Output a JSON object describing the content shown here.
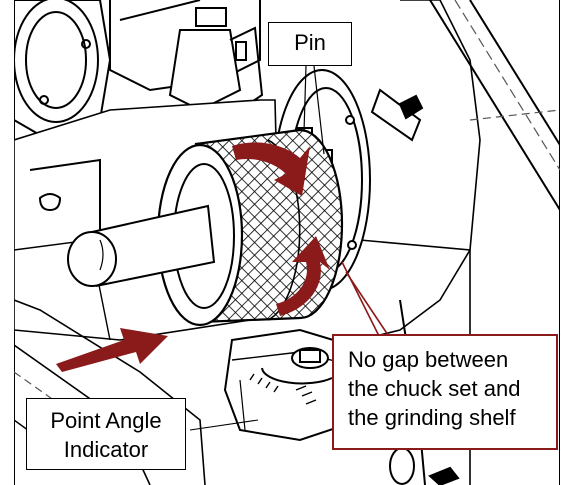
{
  "figure": {
    "accent_color": "#8b1a1a",
    "outline_color": "#000000",
    "knurl_pattern": "crosshatch"
  },
  "callouts": {
    "pin": {
      "label": "Pin"
    },
    "no_gap": {
      "line1": "No gap between",
      "line2": "the chuck set and",
      "line3": "the grinding shelf"
    },
    "point_angle": {
      "line1": "Point Angle",
      "line2": "Indicator"
    }
  },
  "arrows": {
    "push_direction": "arrow-right-icon",
    "rotate_top": "curved-arrow-down-icon",
    "rotate_bottom": "curved-arrow-up-icon"
  }
}
